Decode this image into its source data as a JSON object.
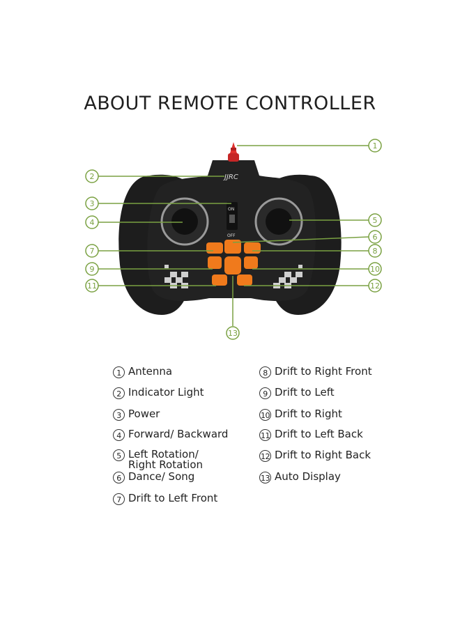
{
  "title": "ABOUT REMOTE CONTROLLER",
  "brand_mark": "JJRC",
  "switch": {
    "on": "ON",
    "off": "OFF"
  },
  "callout_numbers": [
    "1",
    "2",
    "3",
    "4",
    "5",
    "6",
    "7",
    "8",
    "9",
    "10",
    "11",
    "12",
    "13"
  ],
  "legend": [
    {
      "num": "1",
      "label": "Antenna"
    },
    {
      "num": "2",
      "label": "Indicator Light"
    },
    {
      "num": "3",
      "label": "Power"
    },
    {
      "num": "4",
      "label": "Forward/ Backward"
    },
    {
      "num": "5",
      "label": "Left Rotation/\nRight Rotation"
    },
    {
      "num": "6",
      "label": "Dance/ Song"
    },
    {
      "num": "7",
      "label": "Drift to Left Front"
    },
    {
      "num": "8",
      "label": "Drift to Right Front"
    },
    {
      "num": "9",
      "label": "Drift to Left"
    },
    {
      "num": "10",
      "label": "Drift to Right"
    },
    {
      "num": "11",
      "label": "Drift to Left Back"
    },
    {
      "num": "12",
      "label": "Drift to Right Back"
    },
    {
      "num": "13",
      "label": "Auto Display"
    }
  ],
  "colors": {
    "callout": "#7aa142",
    "button": "#f07a1c",
    "body": "#1c1c1c",
    "antenna": "#d42a2a"
  }
}
